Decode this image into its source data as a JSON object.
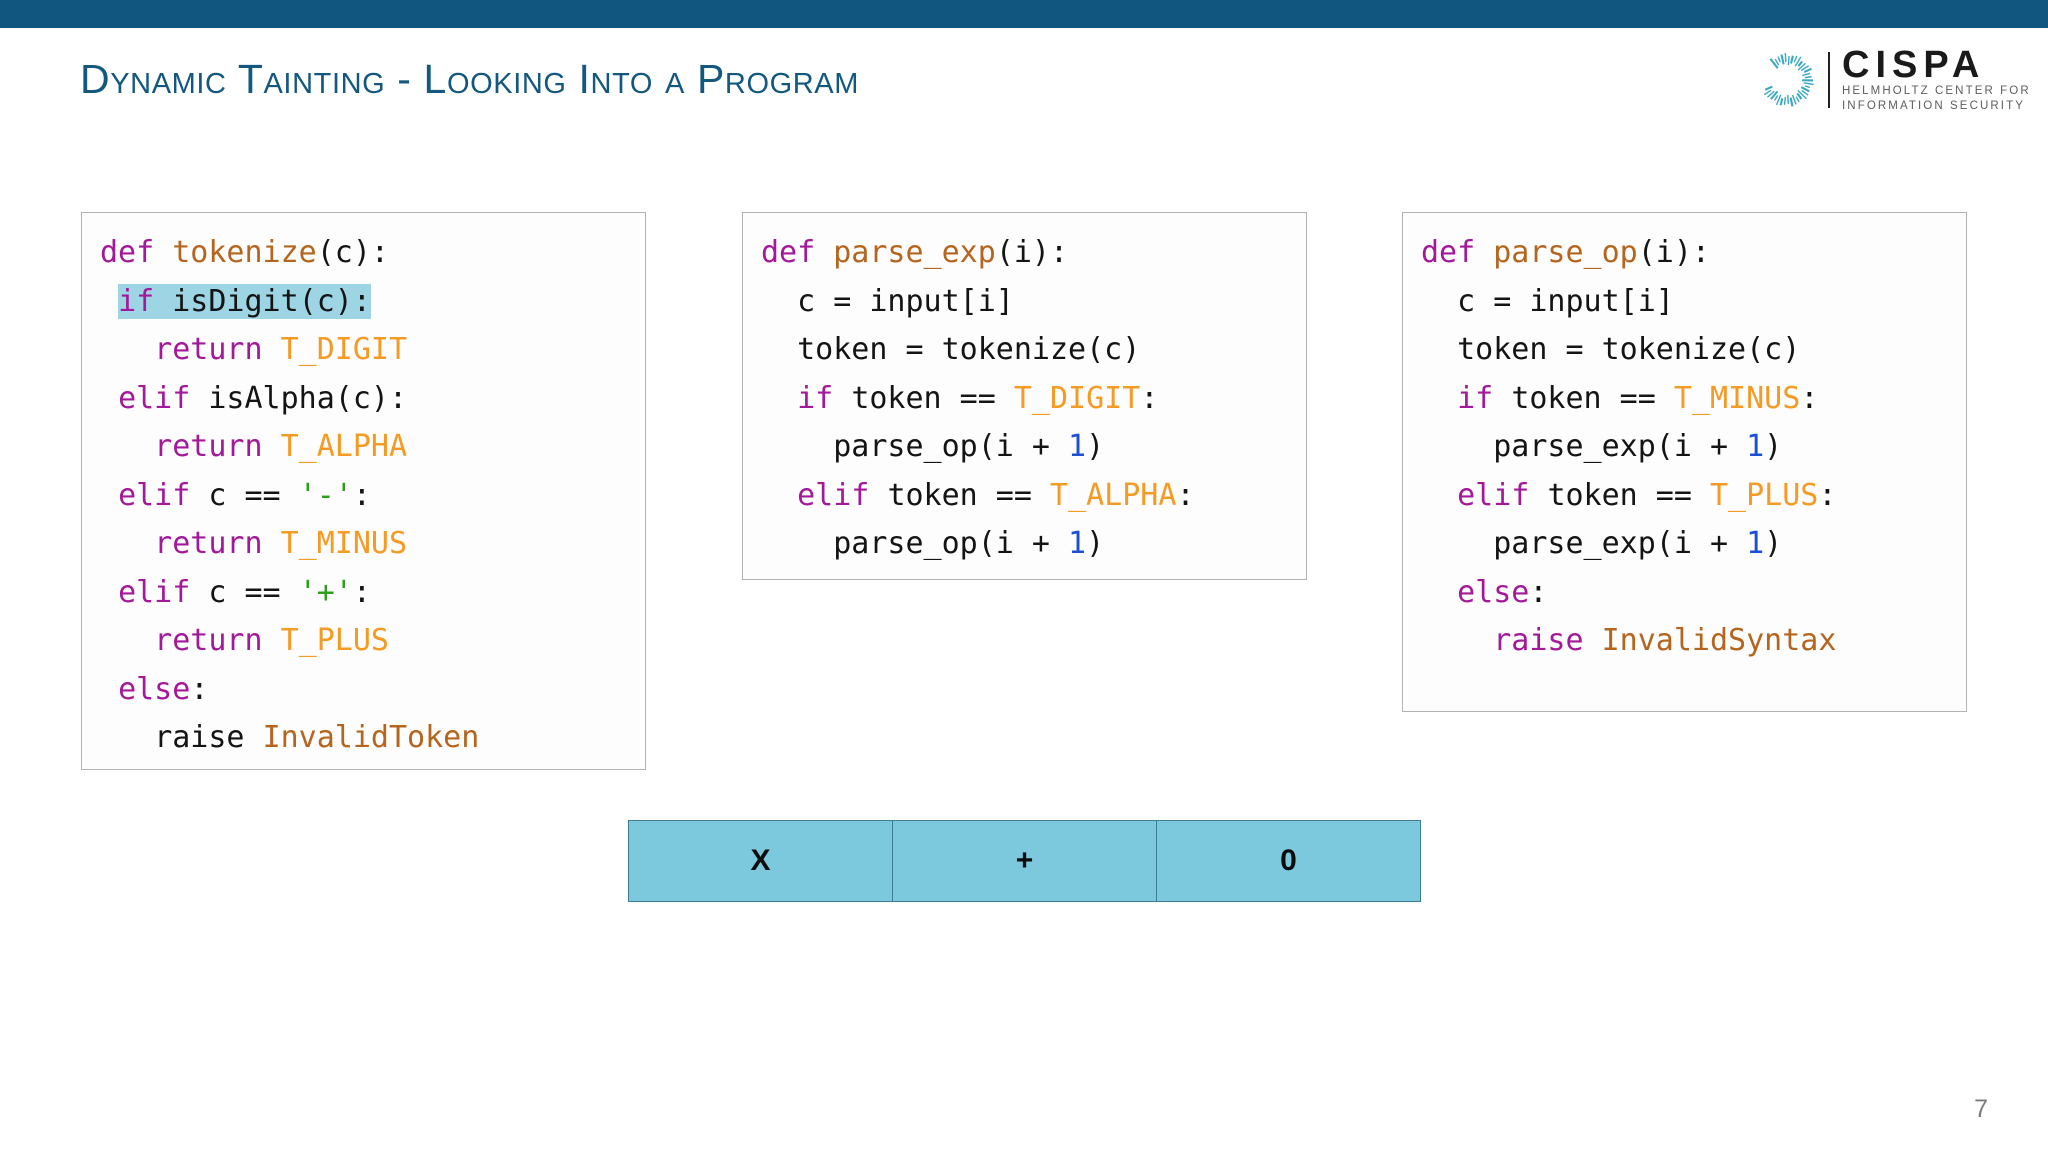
{
  "slide": {
    "title": "Dynamic Tainting - Looking Into a Program",
    "page_number": "7",
    "top_bar_color": "#11567f",
    "title_color": "#13587f"
  },
  "logo": {
    "wordmark": "CISPA",
    "subtitle_line1": "HELMHOLTZ CENTER FOR",
    "subtitle_line2": "INFORMATION SECURITY",
    "mark_color": "#3aa8c1"
  },
  "syntax_colors": {
    "keyword": "#a3199a",
    "function": "#b5651d",
    "constant": "#f59a23",
    "string": "#2f9e1f",
    "number": "#1a4fd6",
    "plain": "#141414",
    "highlight": "#9ed5e4"
  },
  "code_blocks": [
    {
      "id": "tokenize",
      "name": "tokenize",
      "lines": [
        [
          {
            "t": "def ",
            "c": "kw"
          },
          {
            "t": "tokenize",
            "c": "fn"
          },
          {
            "t": "(c):",
            "c": "pl"
          }
        ],
        [
          {
            "t": " ",
            "c": "pl"
          },
          {
            "t": "if ",
            "c": "kw",
            "h": true
          },
          {
            "t": "isDigit(c):",
            "c": "pl",
            "h": true
          }
        ],
        [
          {
            "t": "   ",
            "c": "pl"
          },
          {
            "t": "return ",
            "c": "kw"
          },
          {
            "t": "T_DIGIT",
            "c": "cst"
          }
        ],
        [
          {
            "t": " ",
            "c": "pl"
          },
          {
            "t": "elif ",
            "c": "kw"
          },
          {
            "t": "isAlpha(c):",
            "c": "pl"
          }
        ],
        [
          {
            "t": "   ",
            "c": "pl"
          },
          {
            "t": "return ",
            "c": "kw"
          },
          {
            "t": "T_ALPHA",
            "c": "cst"
          }
        ],
        [
          {
            "t": " ",
            "c": "pl"
          },
          {
            "t": "elif ",
            "c": "kw"
          },
          {
            "t": "c == ",
            "c": "pl"
          },
          {
            "t": "'-'",
            "c": "str"
          },
          {
            "t": ":",
            "c": "pl"
          }
        ],
        [
          {
            "t": "   ",
            "c": "pl"
          },
          {
            "t": "return ",
            "c": "kw"
          },
          {
            "t": "T_MINUS",
            "c": "cst"
          }
        ],
        [
          {
            "t": " ",
            "c": "pl"
          },
          {
            "t": "elif ",
            "c": "kw"
          },
          {
            "t": "c == ",
            "c": "pl"
          },
          {
            "t": "'+'",
            "c": "str"
          },
          {
            "t": ":",
            "c": "pl"
          }
        ],
        [
          {
            "t": "   ",
            "c": "pl"
          },
          {
            "t": "return ",
            "c": "kw"
          },
          {
            "t": "T_PLUS",
            "c": "cst"
          }
        ],
        [
          {
            "t": " ",
            "c": "pl"
          },
          {
            "t": "else",
            "c": "kw"
          },
          {
            "t": ":",
            "c": "pl"
          }
        ],
        [
          {
            "t": "   ",
            "c": "pl"
          },
          {
            "t": "raise ",
            "c": "pl"
          },
          {
            "t": "InvalidToken",
            "c": "fn"
          }
        ]
      ]
    },
    {
      "id": "parse-exp",
      "name": "parse_exp",
      "lines": [
        [
          {
            "t": "def ",
            "c": "kw"
          },
          {
            "t": "parse_exp",
            "c": "fn"
          },
          {
            "t": "(i):",
            "c": "pl"
          }
        ],
        [
          {
            "t": "  c = input[i]",
            "c": "pl"
          }
        ],
        [
          {
            "t": "  token = tokenize(c)",
            "c": "pl"
          }
        ],
        [
          {
            "t": "  ",
            "c": "pl"
          },
          {
            "t": "if ",
            "c": "kw"
          },
          {
            "t": "token == ",
            "c": "pl"
          },
          {
            "t": "T_DIGIT",
            "c": "cst"
          },
          {
            "t": ":",
            "c": "pl"
          }
        ],
        [
          {
            "t": "    parse_op(i + ",
            "c": "pl"
          },
          {
            "t": "1",
            "c": "num"
          },
          {
            "t": ")",
            "c": "pl"
          }
        ],
        [
          {
            "t": "  ",
            "c": "pl"
          },
          {
            "t": "elif ",
            "c": "kw"
          },
          {
            "t": "token == ",
            "c": "pl"
          },
          {
            "t": "T_ALPHA",
            "c": "cst"
          },
          {
            "t": ":",
            "c": "pl"
          }
        ],
        [
          {
            "t": "    parse_op(i + ",
            "c": "pl"
          },
          {
            "t": "1",
            "c": "num"
          },
          {
            "t": ")",
            "c": "pl"
          }
        ]
      ]
    },
    {
      "id": "parse-op",
      "name": "parse_op",
      "lines": [
        [
          {
            "t": "def ",
            "c": "kw"
          },
          {
            "t": "parse_op",
            "c": "fn"
          },
          {
            "t": "(i):",
            "c": "pl"
          }
        ],
        [
          {
            "t": "  c = input[i]",
            "c": "pl"
          }
        ],
        [
          {
            "t": "  token = tokenize(c)",
            "c": "pl"
          }
        ],
        [
          {
            "t": "  ",
            "c": "pl"
          },
          {
            "t": "if ",
            "c": "kw"
          },
          {
            "t": "token == ",
            "c": "pl"
          },
          {
            "t": "T_MINUS",
            "c": "cst"
          },
          {
            "t": ":",
            "c": "pl"
          }
        ],
        [
          {
            "t": "    parse_exp(i + ",
            "c": "pl"
          },
          {
            "t": "1",
            "c": "num"
          },
          {
            "t": ")",
            "c": "pl"
          }
        ],
        [
          {
            "t": "  ",
            "c": "pl"
          },
          {
            "t": "elif ",
            "c": "kw"
          },
          {
            "t": "token == ",
            "c": "pl"
          },
          {
            "t": "T_PLUS",
            "c": "cst"
          },
          {
            "t": ":",
            "c": "pl"
          }
        ],
        [
          {
            "t": "    parse_exp(i + ",
            "c": "pl"
          },
          {
            "t": "1",
            "c": "num"
          },
          {
            "t": ")",
            "c": "pl"
          }
        ],
        [
          {
            "t": "  ",
            "c": "pl"
          },
          {
            "t": "else",
            "c": "kw"
          },
          {
            "t": ":",
            "c": "pl"
          }
        ],
        [
          {
            "t": "    ",
            "c": "pl"
          },
          {
            "t": "raise ",
            "c": "kw"
          },
          {
            "t": "InvalidSyntax",
            "c": "fn"
          }
        ]
      ]
    }
  ],
  "taint_table": {
    "cells": [
      "X",
      "+",
      "0"
    ],
    "cell_color": "#7cc9de",
    "border_color": "#3f7d94"
  }
}
